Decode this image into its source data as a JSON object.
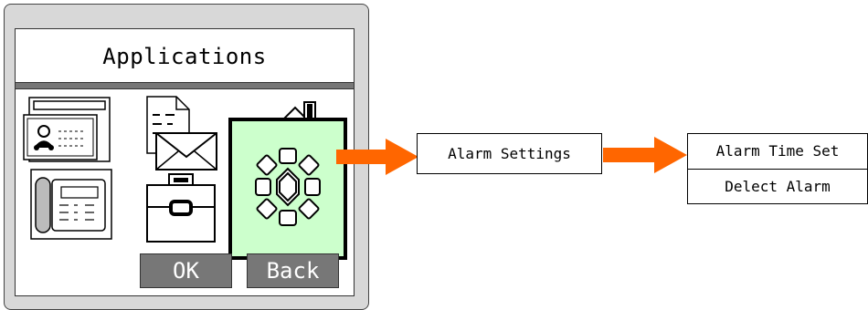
{
  "phone": {
    "title": "Applications",
    "apps": [
      {
        "icon": "contact-card-icon"
      },
      {
        "icon": "message-envelope-icon"
      },
      {
        "icon": "desk-phone-icon"
      },
      {
        "icon": "toolbox-icon"
      },
      {
        "icon": "settings-gear-icon",
        "selected": true
      }
    ],
    "ok_label": "OK",
    "back_label": "Back"
  },
  "flow": {
    "step1_label": "Alarm Settings",
    "submenu": [
      "Alarm Time Set",
      "Delect Alarm"
    ]
  },
  "colors": {
    "arrow": "#ff6600",
    "selection_fill": "#ccffcc",
    "softkey": "#777777",
    "device": "#d8d8d8"
  }
}
